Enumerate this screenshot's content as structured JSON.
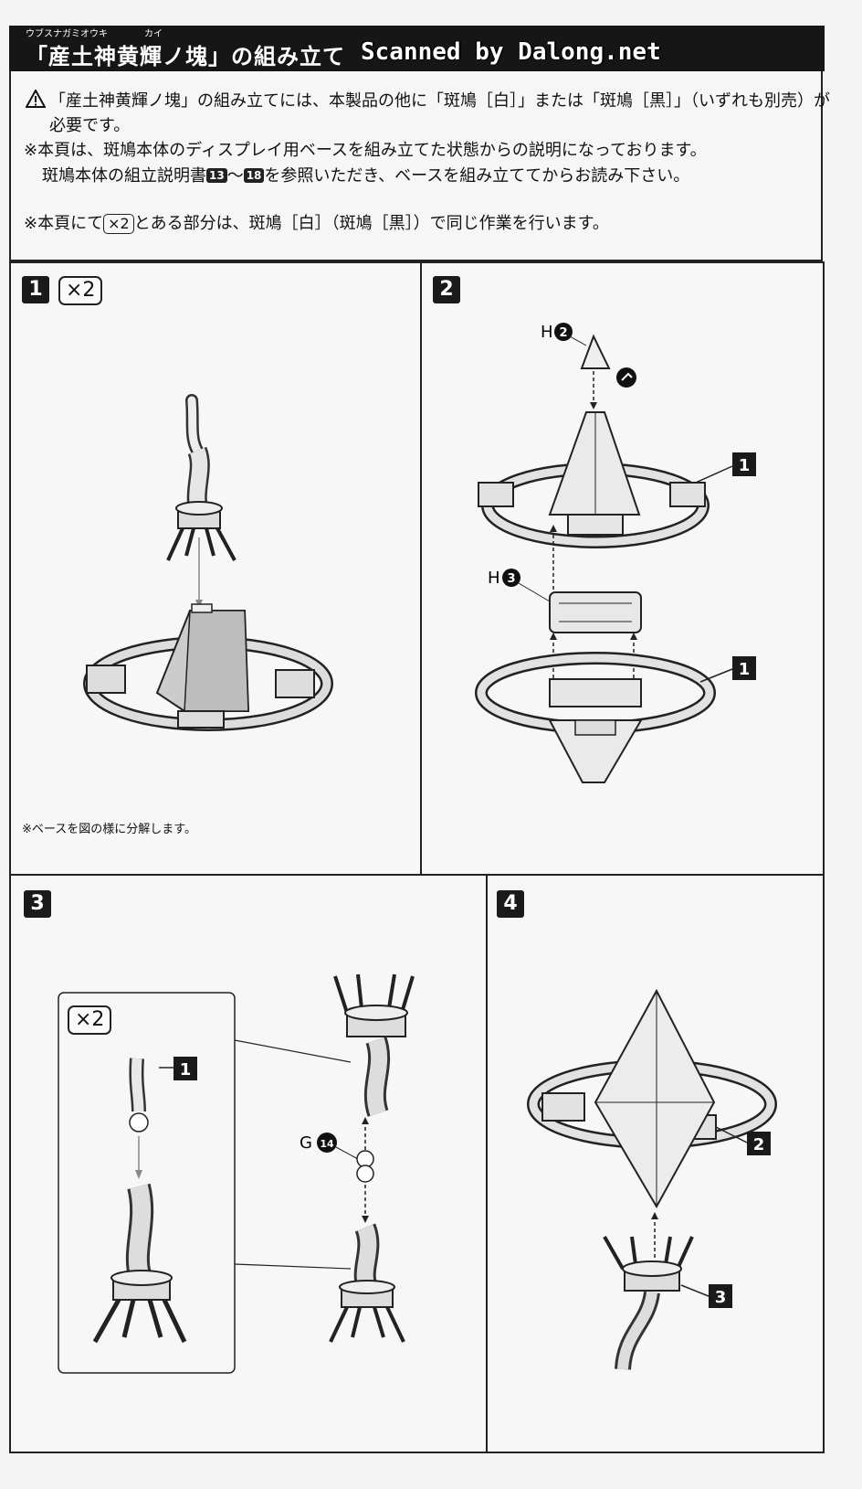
{
  "header": {
    "title_ruby": "ウブスナガミオウキ　　　　カイ",
    "title": "「産土神黄輝ノ塊」の組み立て",
    "scan_credit": "Scanned by Dalong.net"
  },
  "notes": {
    "line1a": "「産土神黄輝ノ塊」の組み立てには、本製品の他に「斑鳩［白］」または「斑鳩［黒］」（いずれも別売）が",
    "line1b": "必要です。",
    "line2": "※本頁は、斑鳩本体のディスプレイ用ベースを組み立てた状態からの説明になっております。",
    "line3_pre": "斑鳩本体の組立説明書",
    "line3_ref1": "13",
    "line3_mid": "〜",
    "line3_ref2": "18",
    "line3_post": "を参照いただき、ベースを組み立ててからお読み下さい。",
    "line4_pre": "※本頁にて",
    "line4_badge": "×2",
    "line4_post": "とある部分は、斑鳩［白］（斑鳩［黒］）で同じ作業を行います。"
  },
  "steps": {
    "s1": {
      "num": "1",
      "badge": "×2",
      "note": "※ベースを図の様に分解します。"
    },
    "s2": {
      "num": "2",
      "partH2_letter": "H",
      "partH2_num": "2",
      "partH3_letter": "H",
      "partH3_num": "3",
      "ref_top": "1",
      "ref_bottom": "1"
    },
    "s3": {
      "num": "3",
      "badge": "×2",
      "ref1": "1",
      "partG_letter": "G",
      "partG_num": "14"
    },
    "s4": {
      "num": "4",
      "ref2": "2",
      "ref3": "3"
    }
  }
}
